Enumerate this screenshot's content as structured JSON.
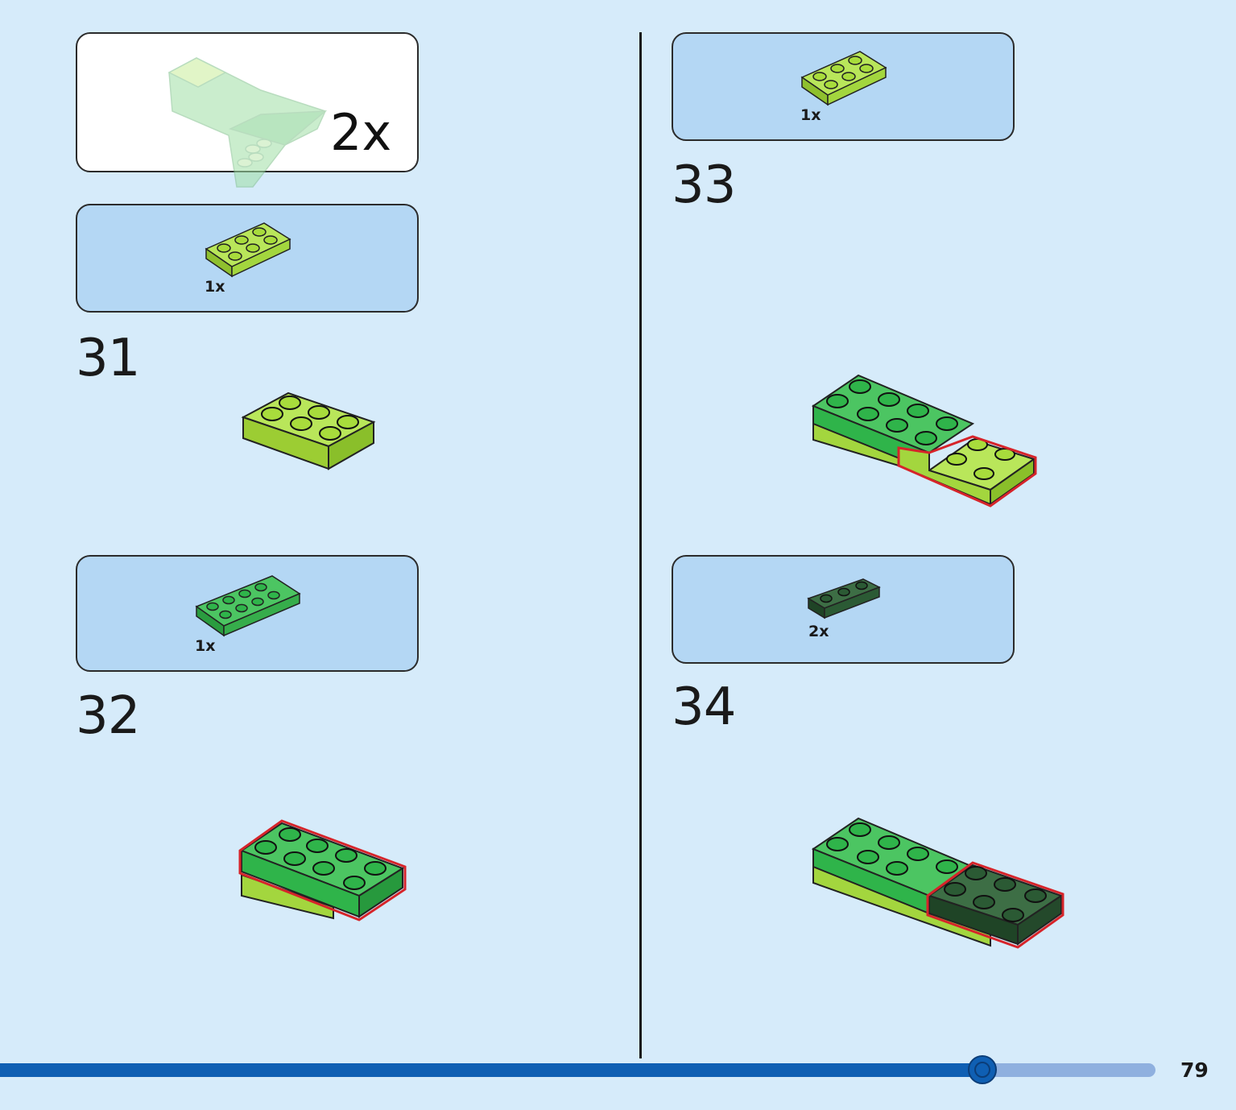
{
  "subassembly": {
    "multiplier": "2x"
  },
  "steps": [
    {
      "number": "31",
      "parts_qty": "1x"
    },
    {
      "number": "32",
      "parts_qty": "1x"
    },
    {
      "number": "33",
      "parts_qty": "1x"
    },
    {
      "number": "34",
      "parts_qty": "2x"
    }
  ],
  "progress": {
    "fraction": 0.85
  },
  "page": {
    "number": "79"
  },
  "colors": {
    "lime": "#a8dc3c",
    "green": "#2fb44a",
    "dark_green": "#2b5a34",
    "highlight": "#d6242a",
    "panel_blue": "#b4d7f4",
    "page_bg": "#d6ebfa"
  }
}
